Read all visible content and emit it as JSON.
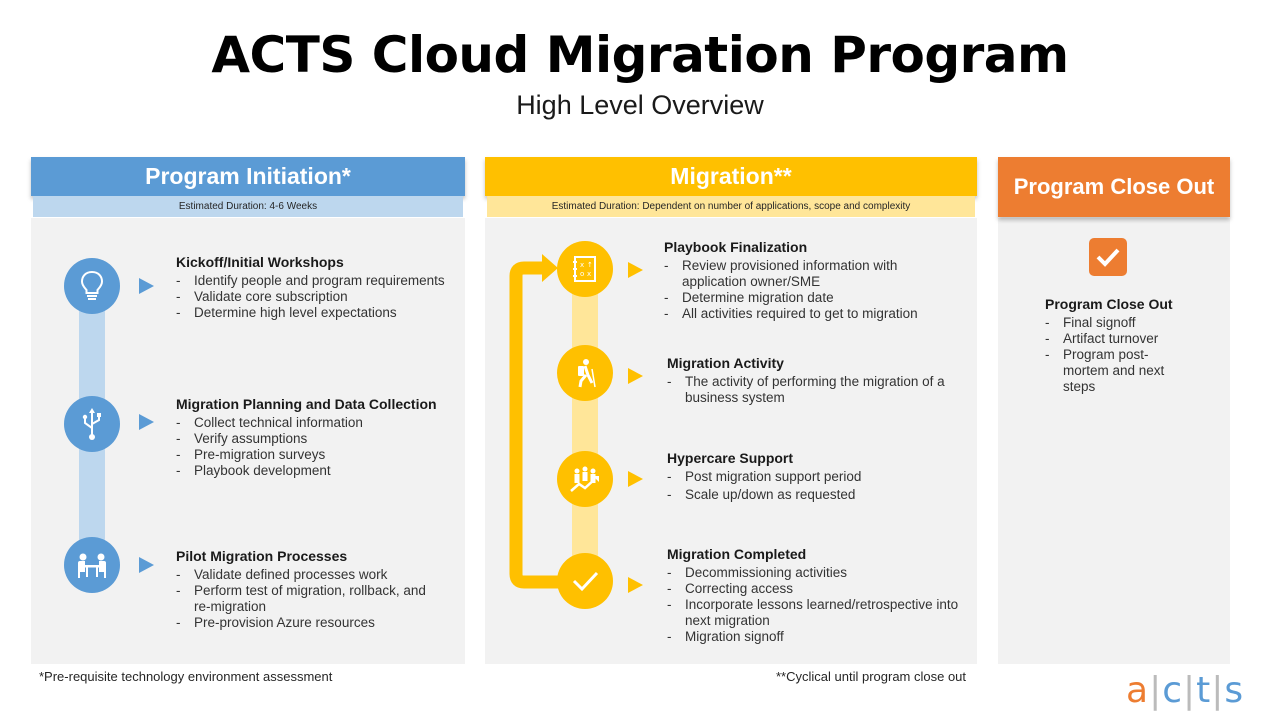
{
  "title": "ACTS Cloud Migration Program",
  "subtitle": "High Level Overview",
  "columns": {
    "initiation": {
      "header": "Program Initiation*",
      "duration": "Estimated Duration: 4-6 Weeks",
      "color": "#5b9bd5",
      "steps": [
        {
          "title": "Kickoff/Initial Workshops",
          "icon": "lightbulb-icon",
          "items": [
            "Identify people and program requirements",
            "Validate core subscription",
            "Determine high level expectations"
          ]
        },
        {
          "title": "Migration Planning and Data Collection",
          "icon": "usb-icon",
          "items": [
            "Collect technical information",
            "Verify assumptions",
            "Pre-migration surveys",
            "Playbook development"
          ]
        },
        {
          "title": "Pilot Migration Processes",
          "icon": "meeting-icon",
          "items": [
            "Validate defined processes work",
            "Perform test of migration, rollback, and re-migration",
            "Pre-provision Azure resources"
          ]
        }
      ]
    },
    "migration": {
      "header": "Migration**",
      "duration": "Estimated Duration: Dependent on number of applications, scope and complexity",
      "color": "#ffc000",
      "steps": [
        {
          "title": "Playbook Finalization",
          "icon": "playbook-icon",
          "items": [
            "Review provisioned information with application owner/SME",
            "Determine migration date",
            "All activities required to get to migration"
          ]
        },
        {
          "title": "Migration Activity",
          "icon": "hiker-icon",
          "items": [
            "The activity of performing the migration of a business system"
          ]
        },
        {
          "title": "Hypercare Support",
          "icon": "team-growth-icon",
          "items": [
            "Post migration support period",
            "Scale up/down as requested"
          ]
        },
        {
          "title": "Migration Completed",
          "icon": "checkmark-icon",
          "items": [
            "Decommissioning activities",
            "Correcting access",
            "Incorporate lessons learned/retrospective into next migration",
            "Migration signoff"
          ]
        }
      ]
    },
    "closeout": {
      "header": "Program Close Out",
      "color": "#ed7d31",
      "step": {
        "title": "Program Close Out",
        "icon": "checkbox-icon",
        "items": [
          "Final signoff",
          "Artifact turnover",
          "Program post-mortem and next steps"
        ]
      }
    }
  },
  "footnotes": {
    "initiation": "*Pre-requisite technology environment assessment",
    "migration": "**Cyclical until program close out"
  },
  "logo": {
    "letters": [
      "a",
      "c",
      "t",
      "s"
    ],
    "colors": [
      "#ed7d31",
      "#5b9bd5",
      "#5b9bd5",
      "#5b9bd5"
    ]
  }
}
